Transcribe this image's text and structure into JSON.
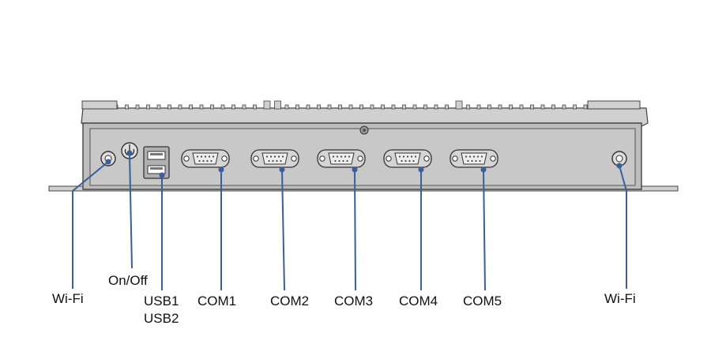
{
  "diagram": {
    "labels": {
      "wifi_left": "Wi-Fi",
      "on_off": "On/Off",
      "usb1": "USB1",
      "usb2": "USB2",
      "com1": "COM1",
      "com2": "COM2",
      "com3": "COM3",
      "com4": "COM4",
      "com5": "COM5",
      "wifi_right": "Wi-Fi"
    },
    "colors": {
      "leader_line": "#3a5f9a",
      "chassis_fill": "#bdbdbd",
      "chassis_stroke": "#444444",
      "panel_fill": "#c6c6c6",
      "port_fill": "#d9d9d9"
    },
    "icons": [
      "antenna-connector-icon",
      "power-button-icon",
      "usb-port-icon",
      "db9-serial-port-icon",
      "ground-screw-icon"
    ]
  }
}
